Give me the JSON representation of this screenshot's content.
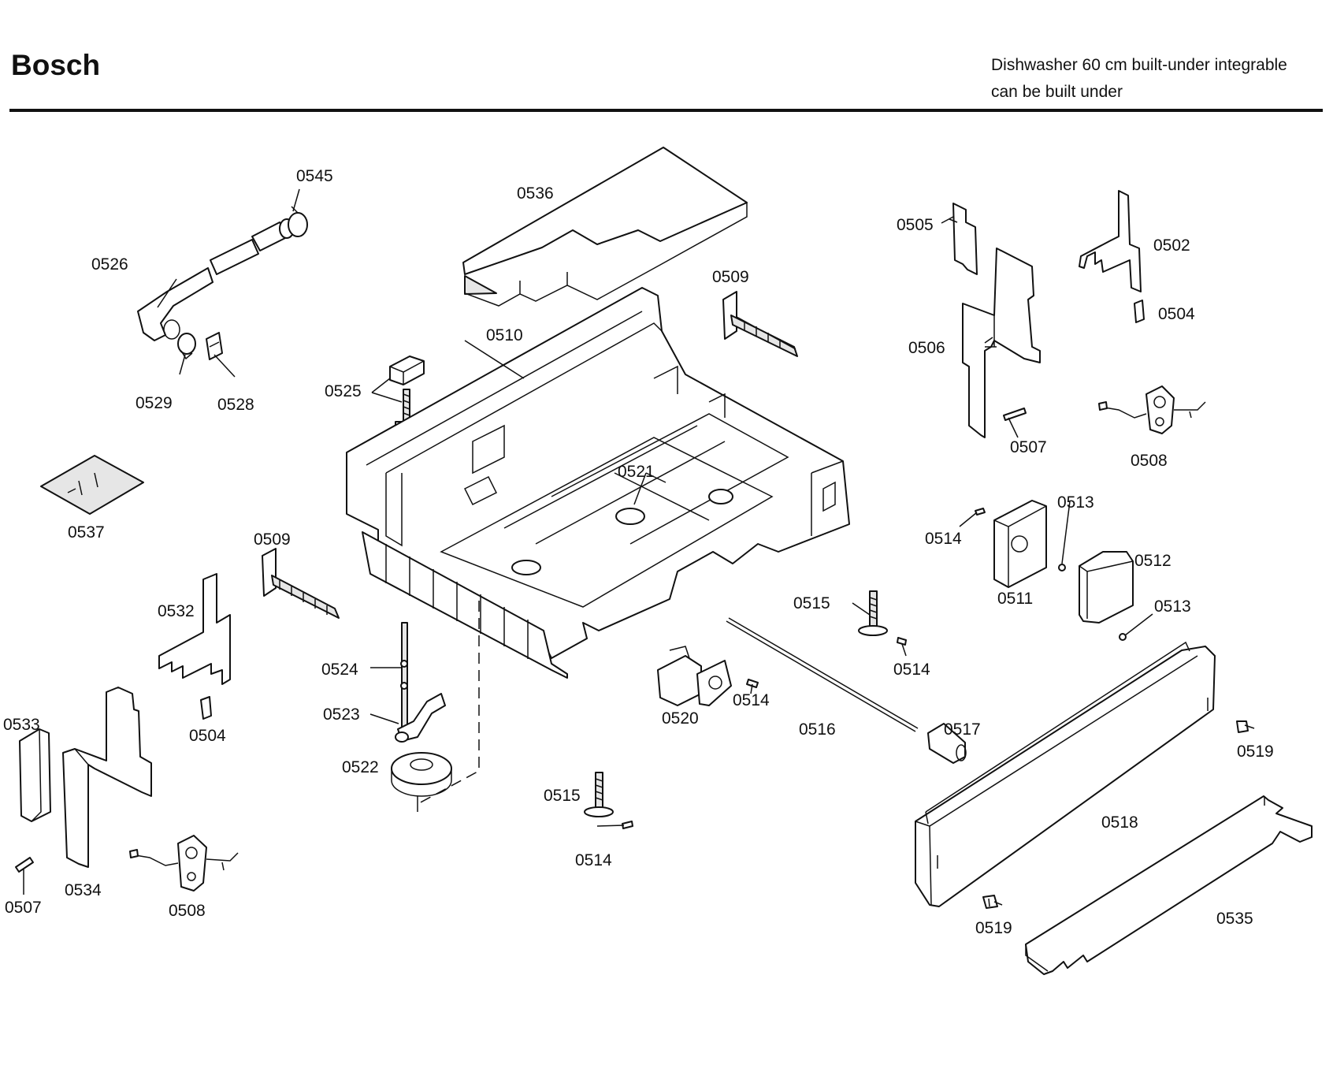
{
  "header": {
    "brand": "Bosch",
    "subtitle_line1": "Dishwasher 60 cm built-under integrable",
    "subtitle_line2": "can be built under"
  },
  "parts": {
    "p0545": "0545",
    "p0536": "0536",
    "p0526": "0526",
    "p0529": "0529",
    "p0528": "0528",
    "p0509a": "0509",
    "p0510": "0510",
    "p0525": "0525",
    "p0505": "0505",
    "p0502": "0502",
    "p0504a": "0504",
    "p0506": "0506",
    "p0507a": "0507",
    "p0508a": "0508",
    "p0521": "0521",
    "p0537": "0537",
    "p0509b": "0509",
    "p0513a": "0513",
    "p0514a": "0514",
    "p0512": "0512",
    "p0511": "0511",
    "p0515a": "0515",
    "p0513b": "0513",
    "p0532": "0532",
    "p0524": "0524",
    "p0514b": "0514",
    "p0523": "0523",
    "p0514c": "0514",
    "p0520": "0520",
    "p0516": "0516",
    "p0517": "0517",
    "p0533": "0533",
    "p0504b": "0504",
    "p0519a": "0519",
    "p0522": "0522",
    "p0515b": "0515",
    "p0518": "0518",
    "p0534": "0534",
    "p0514d": "0514",
    "p0507b": "0507",
    "p0508b": "0508",
    "p0519b": "0519",
    "p0535": "0535"
  }
}
